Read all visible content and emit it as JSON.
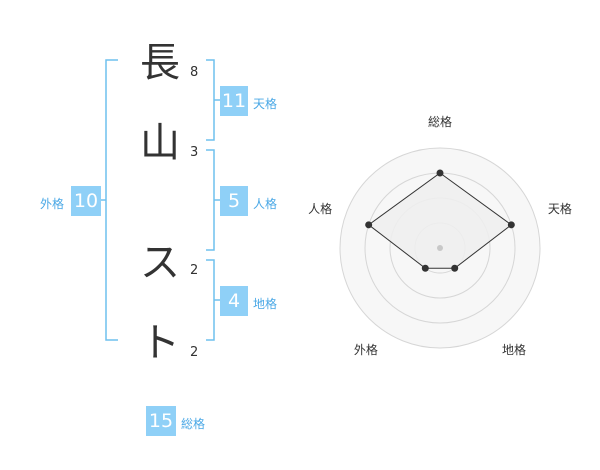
{
  "name": {
    "characters": [
      {
        "char": "長",
        "strokes": "8"
      },
      {
        "char": "山",
        "strokes": "3"
      },
      {
        "char": "ス",
        "strokes": "2"
      },
      {
        "char": "ト",
        "strokes": "2"
      }
    ]
  },
  "fortunes": {
    "tenkaku": {
      "label": "天格",
      "value": "11"
    },
    "jinkaku": {
      "label": "人格",
      "value": "5"
    },
    "chikaku": {
      "label": "地格",
      "value": "4"
    },
    "gaikaku": {
      "label": "外格",
      "value": "10"
    },
    "soukaku": {
      "label": "総格",
      "value": "15"
    }
  },
  "chart_data": {
    "type": "radar",
    "axes": [
      "総格",
      "天格",
      "地格",
      "外格",
      "人格"
    ],
    "rings": 4,
    "values": [
      3,
      3,
      1,
      1,
      3
    ],
    "max": 4,
    "line_color": "#333333",
    "fill_color": "#eeeeee"
  },
  "colors": {
    "accent": "#8fd0f7",
    "accent_text": "#4aa8e6",
    "bracket": "#6fc0ee"
  }
}
